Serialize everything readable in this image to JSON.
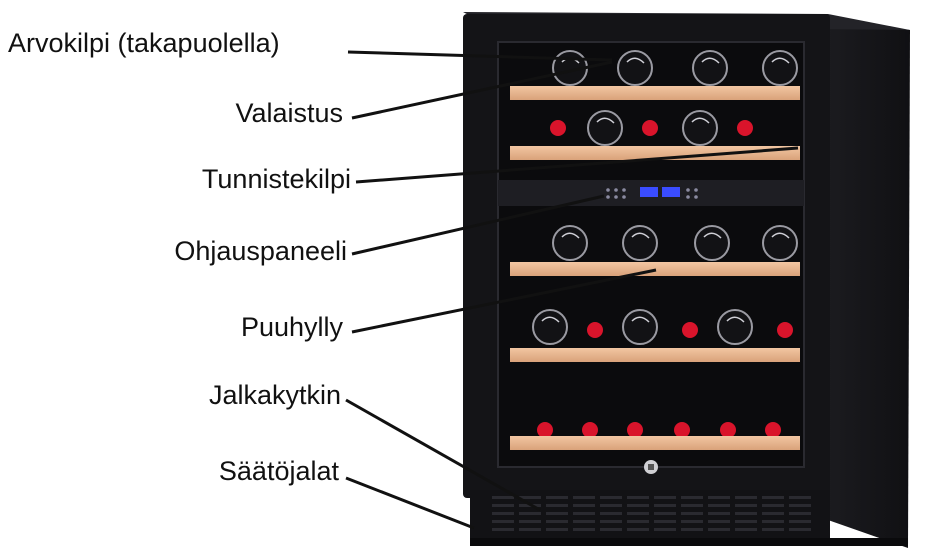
{
  "labels": {
    "rating_plate": "Arvokilpi (takapuolella)",
    "lighting": "Valaistus",
    "identification_plate": "Tunnistekilpi",
    "control_panel": "Ohjauspaneeli",
    "wooden_shelf": "Puuhylly",
    "foot_switch": "Jalkakytkin",
    "adjustable_feet": "Säätöjalat"
  },
  "colors": {
    "cabinet": "#141417",
    "interior": "#0b0b0d",
    "shelf": "#e8b48d",
    "bottle_cap": "#d9142b",
    "display": "#3a4cff"
  }
}
